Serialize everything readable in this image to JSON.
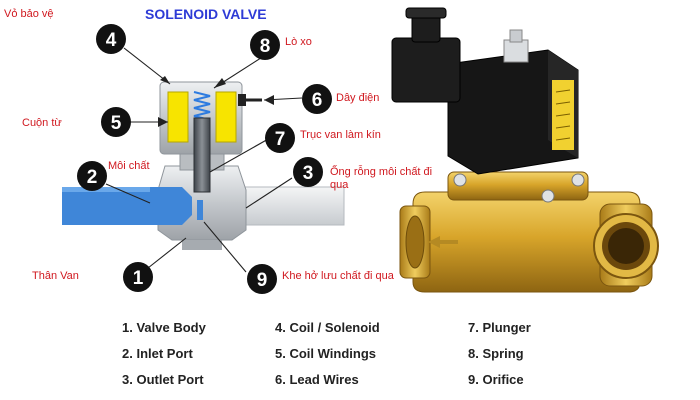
{
  "title": "SOLENOID VALVE",
  "callouts": {
    "c1": {
      "number": "1",
      "label": "Thân Van"
    },
    "c2": {
      "number": "2",
      "label": "Môi chất"
    },
    "c3": {
      "number": "3",
      "label": "Ống rỗng môi chất đi qua"
    },
    "c4": {
      "number": "4",
      "label": "Vỏ bảo vệ"
    },
    "c5": {
      "number": "5",
      "label": "Cuộn từ"
    },
    "c6": {
      "number": "6",
      "label": "Dây điện"
    },
    "c7": {
      "number": "7",
      "label": "Trục van làm kín"
    },
    "c8": {
      "number": "8",
      "label": "Lò xo"
    },
    "c9": {
      "number": "9",
      "label": "Khe hở lưu chất đi qua"
    }
  },
  "legend": [
    "1. Valve Body",
    "2. Inlet Port",
    "3. Outlet Port",
    "4. Coil / Solenoid",
    "5. Coil Windings",
    "6. Lead Wires",
    "7. Plunger",
    "8. Spring",
    "9. Orifice"
  ],
  "colors": {
    "title": "#2e3bd6",
    "label": "#d0181f",
    "fluid": "#3b82d6",
    "coil": "#f7e400",
    "brass": "#d4a62a",
    "body_gray": "#c9cccf"
  }
}
